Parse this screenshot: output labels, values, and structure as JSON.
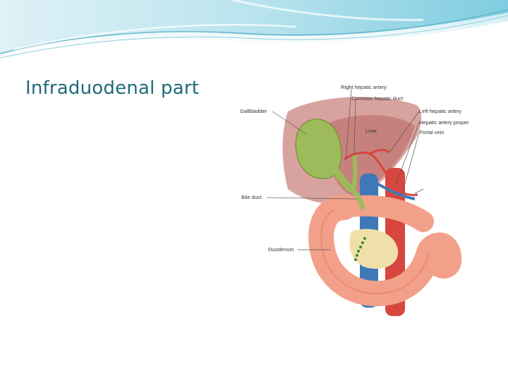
{
  "slide": {
    "title": "Infraduodenal part"
  },
  "figure": {
    "labels": {
      "right_hepatic_artery": "Right hepatic artery",
      "common_hepatic_duct": "Common hepatic duct",
      "gallbladder": "Gallbladder",
      "left_hepatic_artery": "Left hepatic artery",
      "hepatic_artery_proper": "Hepatic artery proper",
      "portal_vein": "Portal vein",
      "liver": "Liver",
      "bile_duct": "Bile duct",
      "duodenum": "Duodenum"
    },
    "colors": {
      "liver": "#b8564f",
      "gallbladder": "#9dbb5a",
      "artery": "#d7463f",
      "vein": "#3f78b8",
      "duodenum": "#f2a08a",
      "pancreas": "#eee0a8"
    }
  }
}
